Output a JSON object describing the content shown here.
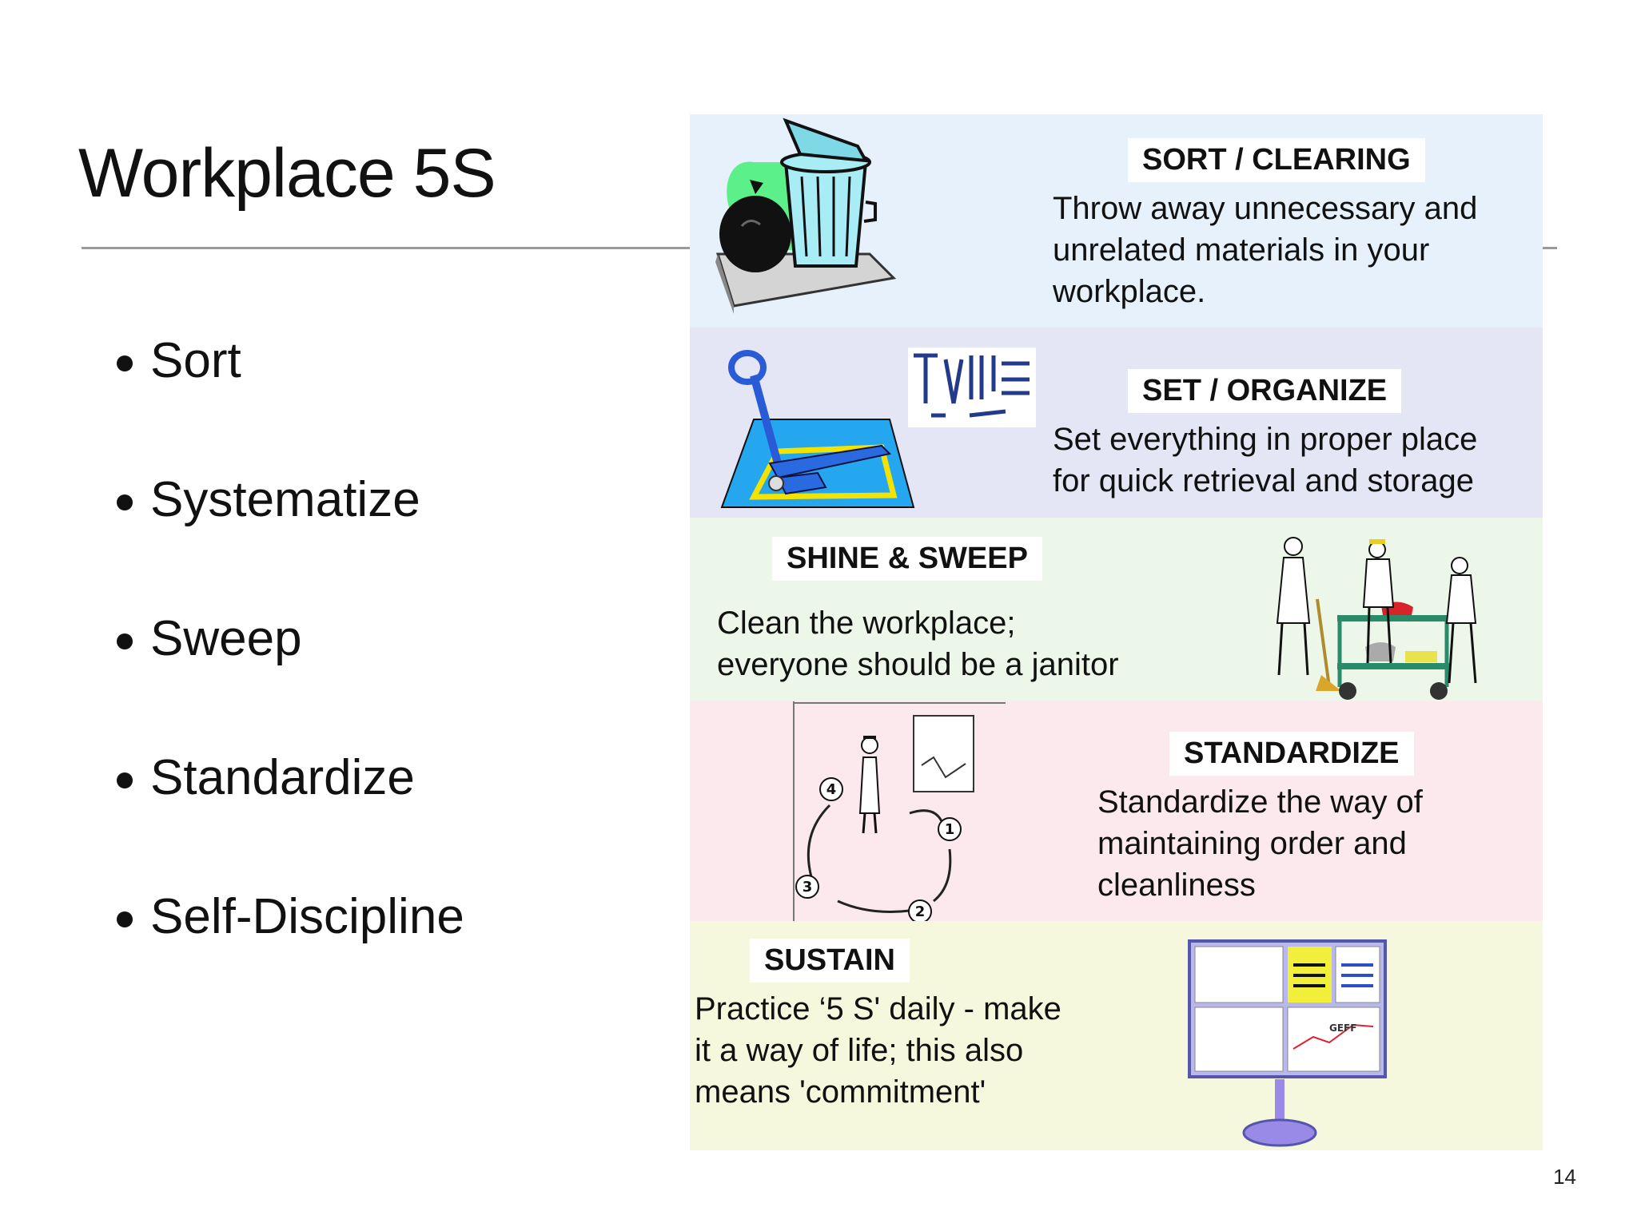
{
  "slide": {
    "title": "Workplace 5S",
    "page_number": "14"
  },
  "bullets": [
    {
      "text": "Sort"
    },
    {
      "text": "Systematize"
    },
    {
      "text": "Sweep"
    },
    {
      "text": "Standardize"
    },
    {
      "text": "Self-Discipline"
    }
  ],
  "panels": [
    {
      "heading": "SORT / CLEARING",
      "lines": [
        "Throw away unnecessary and",
        "unrelated  materials in your",
        "workplace."
      ],
      "icon": "trash-can-icon",
      "color": "#e6f1fb"
    },
    {
      "heading": "SET / ORGANIZE",
      "lines": [
        "Set everything in proper place",
        "for quick retrieval and storage"
      ],
      "icon": "pallet-jack-tools-icon",
      "color": "#e5e6f5"
    },
    {
      "heading": "SHINE & SWEEP",
      "lines": [
        "Clean the workplace;",
        "everyone should be a janitor"
      ],
      "icon": "cleaning-crew-icon",
      "color": "#ecf7ea"
    },
    {
      "heading": "STANDARDIZE",
      "lines": [
        "Standardize the way of",
        "maintaining order and",
        "cleanliness"
      ],
      "icon": "cycle-diagram-icon",
      "color": "#fbe9ee"
    },
    {
      "heading": "SUSTAIN",
      "lines": [
        "Practice ‘5 S' daily - make",
        "it a way of life; this also",
        "means 'commitment'"
      ],
      "icon": "notice-board-icon",
      "color": "#f6f8de"
    }
  ],
  "illustration_labels": {
    "cycle_steps": [
      "1",
      "2",
      "3",
      "4"
    ],
    "board_label": "GEFF"
  }
}
